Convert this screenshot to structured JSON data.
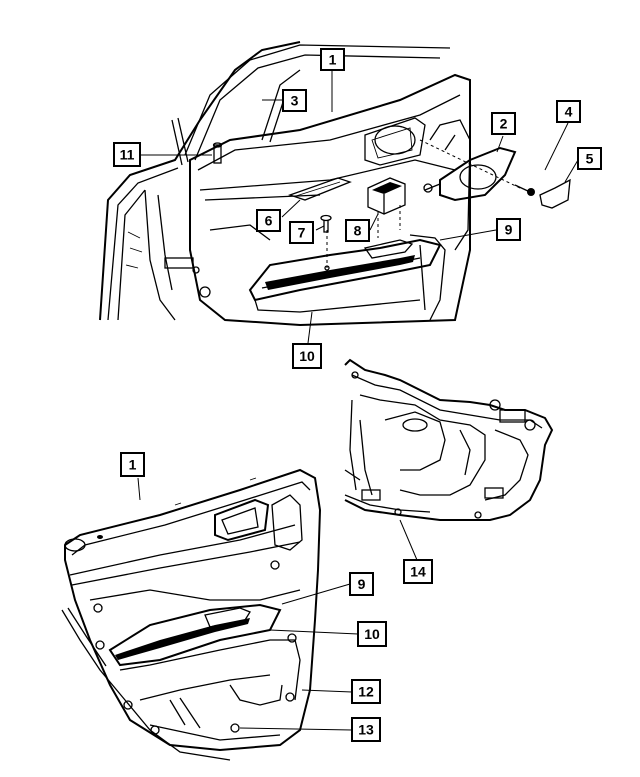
{
  "callouts": [
    {
      "id": "c1a",
      "label": "1"
    },
    {
      "id": "c2",
      "label": "2"
    },
    {
      "id": "c3",
      "label": "3"
    },
    {
      "id": "c4",
      "label": "4"
    },
    {
      "id": "c5",
      "label": "5"
    },
    {
      "id": "c6",
      "label": "6"
    },
    {
      "id": "c7",
      "label": "7"
    },
    {
      "id": "c8",
      "label": "8"
    },
    {
      "id": "c9a",
      "label": "9"
    },
    {
      "id": "c10a",
      "label": "10"
    },
    {
      "id": "c11",
      "label": "11"
    },
    {
      "id": "c14",
      "label": "14"
    },
    {
      "id": "c1b",
      "label": "1"
    },
    {
      "id": "c9b",
      "label": "9"
    },
    {
      "id": "c10b",
      "label": "10"
    },
    {
      "id": "c12",
      "label": "12"
    },
    {
      "id": "c13",
      "label": "13"
    }
  ]
}
